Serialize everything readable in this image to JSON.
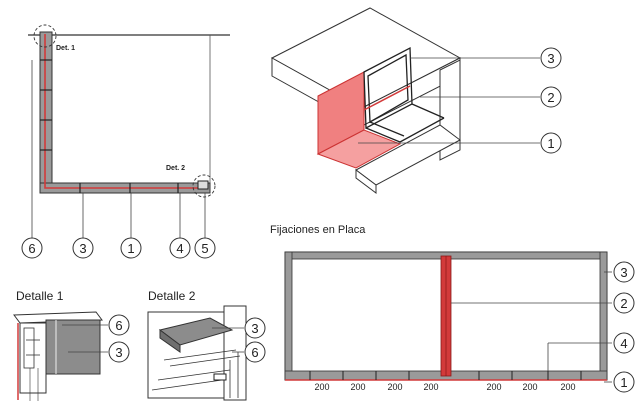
{
  "titles": {
    "placa": "Fijaciones en Placa",
    "detalle1": "Detalle 1",
    "detalle2": "Detalle 2"
  },
  "detail_marks": {
    "det1": "Det. 1",
    "det2": "Det. 2"
  },
  "callouts": {
    "plan": [
      "6",
      "3",
      "1",
      "4",
      "5"
    ],
    "iso": [
      "3",
      "2",
      "1"
    ],
    "placa": [
      "3",
      "2",
      "4",
      "1"
    ],
    "detalle1": [
      "6",
      "3"
    ],
    "detalle2": [
      "3",
      "6"
    ]
  },
  "dimensions": {
    "placa": [
      "200",
      "200",
      "200",
      "200",
      "200",
      "200",
      "200"
    ]
  },
  "colors": {
    "accent_red": "#d23a3a",
    "pink_fill": "#f08080",
    "profile_gray": "#8c8c8c",
    "line": "#333333"
  }
}
